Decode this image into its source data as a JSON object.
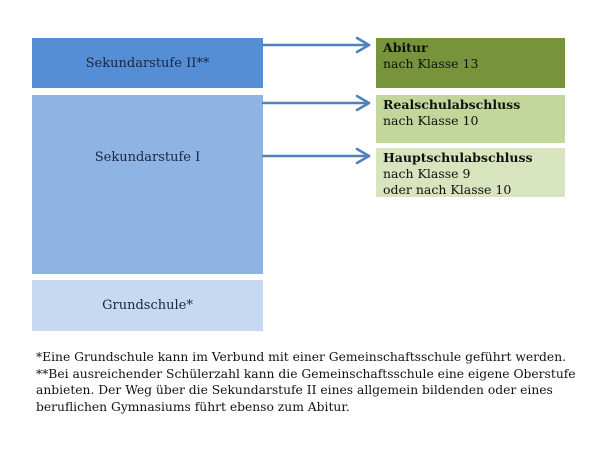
{
  "diagram": {
    "left_column": [
      {
        "id": "sek2",
        "label": "Sekundarstufe II**",
        "color": "#558ed5"
      },
      {
        "id": "sek1",
        "label": "Sekundarstufe I",
        "color": "#8eb4e3"
      },
      {
        "id": "grund",
        "label": "Grundschule*",
        "color": "#c6d9f1"
      }
    ],
    "right_column": [
      {
        "id": "abitur",
        "title": "Abitur",
        "lines": [
          "nach Klasse 13"
        ],
        "color": "#77933c"
      },
      {
        "id": "real",
        "title": "Realschulabschluss",
        "lines": [
          "nach Klasse 10"
        ],
        "color": "#c3d69b"
      },
      {
        "id": "haupt",
        "title": "Hauptschulabschluss",
        "lines": [
          "nach Klasse 9",
          "oder nach Klasse 10"
        ],
        "color": "#d7e4bd"
      }
    ],
    "arrows": [
      {
        "from": "sek2",
        "to": "abitur",
        "color": "#4f81bd"
      },
      {
        "from": "sek1",
        "to": "real",
        "color": "#4f81bd"
      },
      {
        "from": "sek1",
        "to": "haupt",
        "color": "#4f81bd"
      }
    ]
  },
  "footnotes": [
    "*Eine Grundschule kann im Verbund mit einer Gemeinschaftsschule geführt werden.",
    "**Bei ausreichender Schülerzahl kann die Gemeinschaftsschule eine eigene Oberstufe",
    "anbieten. Der Weg über die Sekundarstufe II eines allgemein bildenden oder eines",
    "beruflichen Gymnasiums führt ebenso zum Abitur."
  ]
}
